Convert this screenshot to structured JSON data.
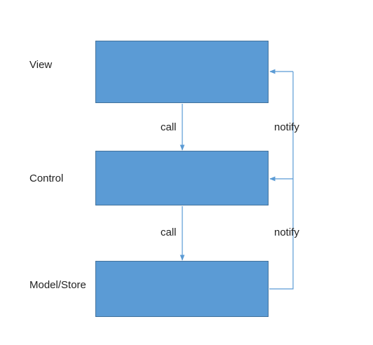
{
  "diagram": {
    "colors": {
      "box_fill": "#5b9bd5",
      "box_border": "#41719c",
      "connector": "#5b9bd5",
      "text": "#222222"
    },
    "layers": [
      {
        "label": "View"
      },
      {
        "label": "Control"
      },
      {
        "label": "Model/Store"
      }
    ],
    "calls": [
      {
        "label": "call",
        "from": "View",
        "to": "Control"
      },
      {
        "label": "call",
        "from": "Control",
        "to": "Model/Store"
      }
    ],
    "notifications": [
      {
        "label": "notify",
        "from": "Model/Store",
        "to": "Control"
      },
      {
        "label": "notify",
        "from": "Model/Store",
        "to": "View"
      }
    ]
  }
}
